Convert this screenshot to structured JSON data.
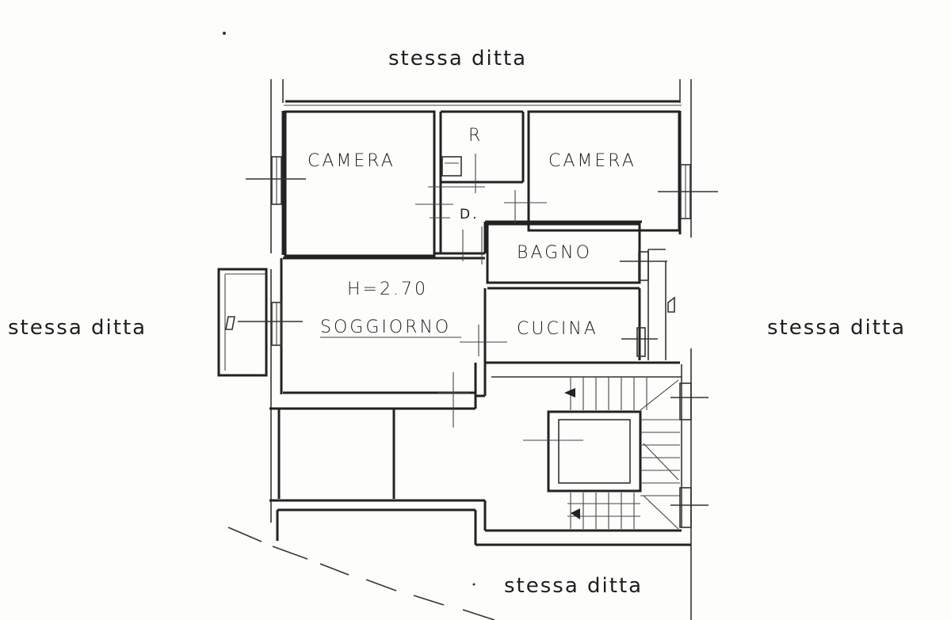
{
  "neighbor_labels": {
    "top": "stessa ditta",
    "left": "stessa ditta",
    "right": "stessa ditta",
    "bottom": "stessa ditta"
  },
  "rooms": {
    "camera_left": "CAMERA",
    "camera_right": "CAMERA",
    "ripostiglio": "R",
    "disimpegno": "D.",
    "bagno": "BAGNO",
    "height": "H=2.70",
    "soggiorno": "SOGGIORNO",
    "cucina": "CUCINA"
  }
}
